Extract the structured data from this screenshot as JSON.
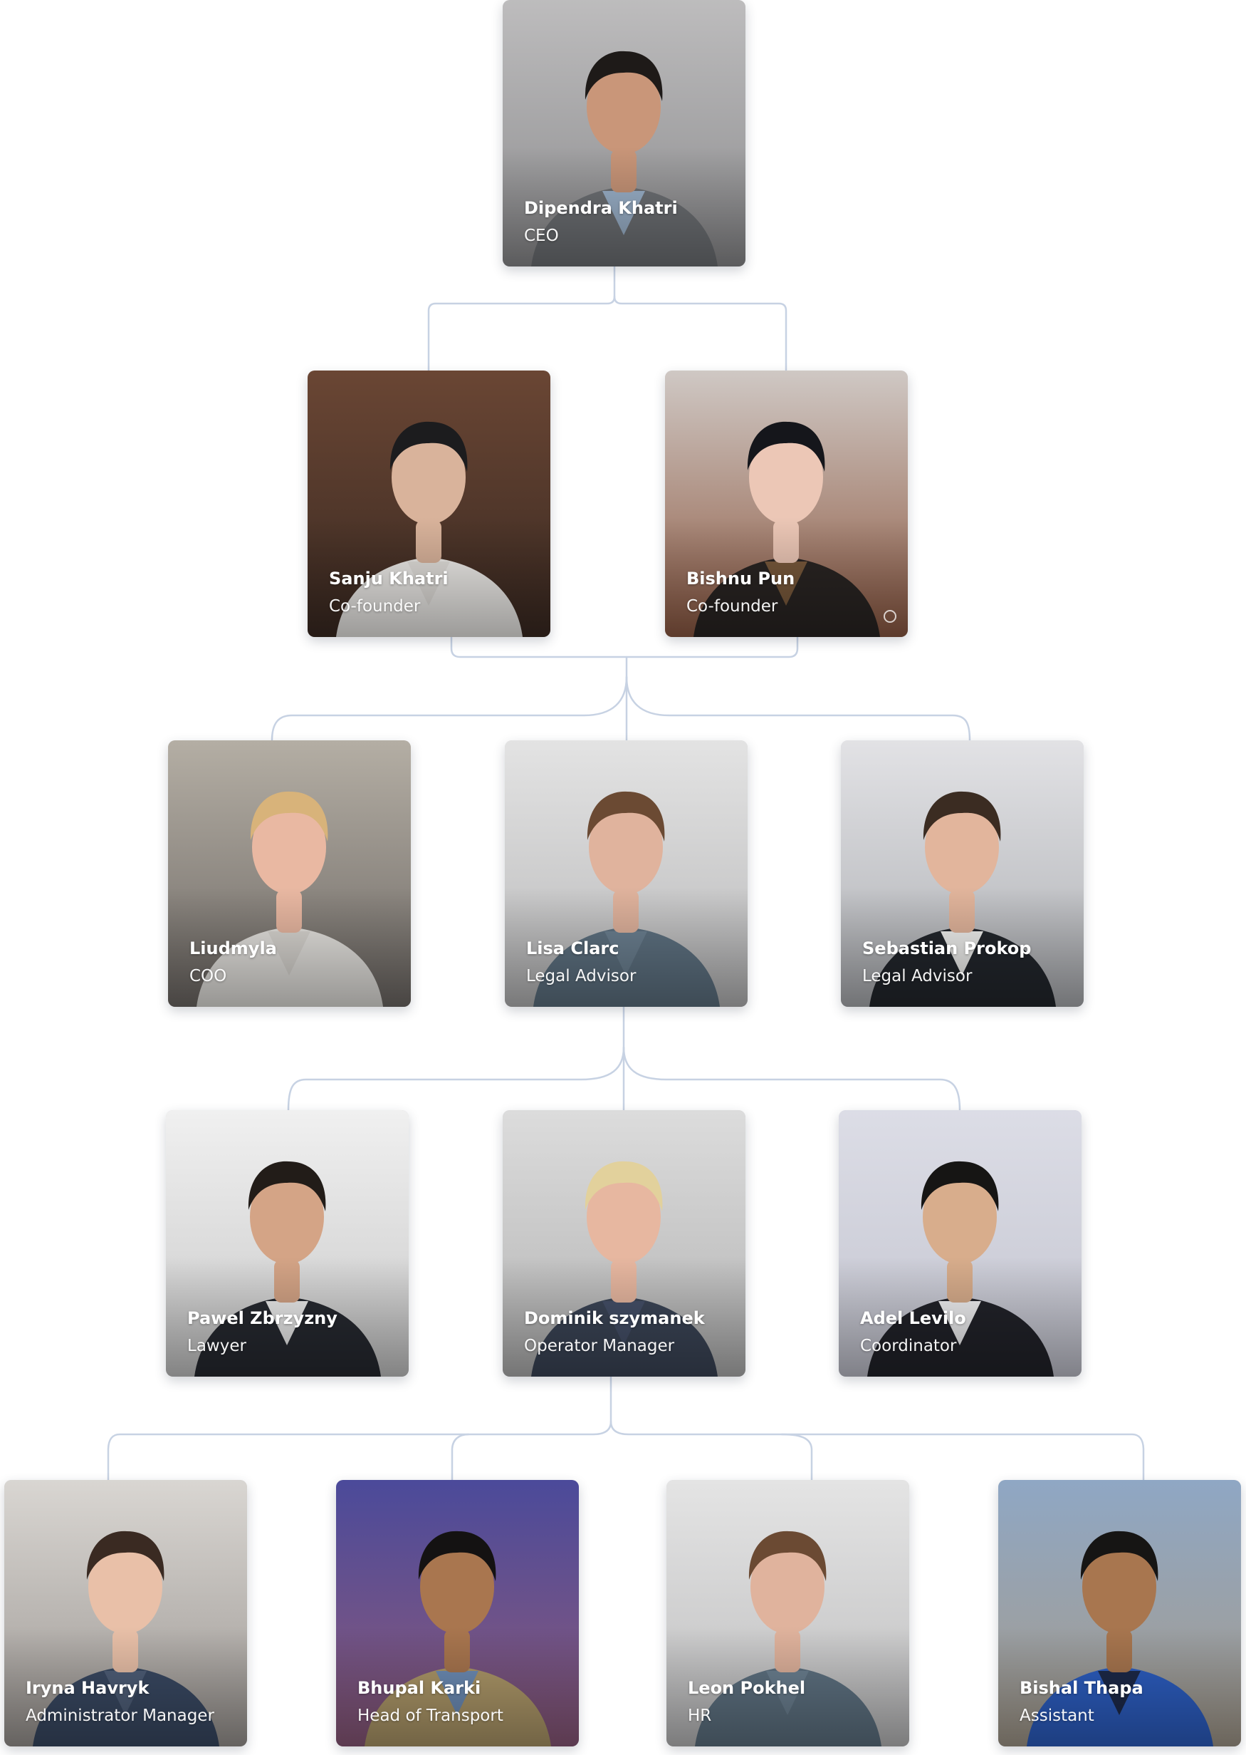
{
  "theme": {
    "connector": "#c7d2e3",
    "text": "#ffffff"
  },
  "levels": [
    {
      "members": [
        {
          "name": "Dipendra Khatri",
          "role": "CEO",
          "photo": {
            "bg": [
              "#bdbcbd",
              "#8d8d8f"
            ],
            "suit": "#707377",
            "shirt": "#9fb6cf",
            "skin": "#c99679",
            "hair": "#1e1a18"
          }
        }
      ]
    },
    {
      "members": [
        {
          "name": "Sanju Khatri",
          "role": "Co-founder",
          "photo": {
            "bg": [
              "#6a4634",
              "#3b2a22"
            ],
            "suit": "#f0eeeb",
            "shirt": "#e5e2de",
            "skin": "#d9b39b",
            "hair": "#1c1c1e"
          }
        },
        {
          "name": "Bishnu Pun",
          "role": "Co-founder",
          "photo": {
            "bg": [
              "#cfc8c4",
              "#8f5b44"
            ],
            "suit": "#2a2523",
            "shirt": "#7a5a3c",
            "skin": "#ecc7b6",
            "hair": "#15161b"
          }
        }
      ]
    },
    {
      "members": [
        {
          "name": "Liudmyla",
          "role": "COO",
          "photo": {
            "bg": [
              "#b4aea4",
              "#6f6a66"
            ],
            "suit": "#e8e6e2",
            "shirt": "#dcd9d4",
            "skin": "#e9b8a2",
            "hair": "#d8b37a"
          }
        },
        {
          "name": "Lisa Clarc",
          "role": "Legal Advisor",
          "photo": {
            "bg": [
              "#e3e3e3",
              "#b9b9ba"
            ],
            "suit": "#5f7383",
            "shirt": "#6d8293",
            "skin": "#e0b39d",
            "hair": "#6b4a33"
          }
        },
        {
          "name": "Sebastian Prokop",
          "role": "Legal Advisor",
          "photo": {
            "bg": [
              "#e2e2e5",
              "#aeb0b4"
            ],
            "suit": "#23272d",
            "shirt": "#f4f4f2",
            "skin": "#e2b59c",
            "hair": "#3b2c22"
          }
        }
      ]
    },
    {
      "members": [
        {
          "name": "Pawel Zbrzyzny",
          "role": "Lawyer",
          "photo": {
            "bg": [
              "#f0f0f0",
              "#c9c9c9"
            ],
            "suit": "#272a31",
            "shirt": "#efefef",
            "skin": "#d4a486",
            "hair": "#221c18"
          }
        },
        {
          "name": "Dominik szymanek",
          "role": "Operator Manager",
          "photo": {
            "bg": [
              "#dcdcdc",
              "#b3b3b3"
            ],
            "suit": "#3c4658",
            "shirt": "#46516a",
            "skin": "#e7b7a0",
            "hair": "#e2d19c"
          }
        },
        {
          "name": "Adel Levilo",
          "role": "Coordinator",
          "photo": {
            "bg": [
              "#dcdde6",
              "#c4c5d0"
            ],
            "suit": "#22232a",
            "shirt": "#f4f4f6",
            "skin": "#d8ad8c",
            "hair": "#161514"
          }
        }
      ]
    },
    {
      "members": [
        {
          "name": "Iryna Havryk",
          "role": "Administrator Manager",
          "photo": {
            "bg": [
              "#d9d6d2",
              "#9c9793"
            ],
            "suit": "#3a4a64",
            "shirt": "#50607a",
            "skin": "#e9c0a8",
            "hair": "#3a2a22"
          }
        },
        {
          "name": "Bhupal Karki",
          "role": "Head of Transport",
          "photo": {
            "bg": [
              "#4b4a9a",
              "#8d5a7a"
            ],
            "suit": "#b09a6a",
            "shirt": "#6f8fb9",
            "skin": "#a9764f",
            "hair": "#141212"
          }
        },
        {
          "name": "Leon Pokhel",
          "role": "HR",
          "photo": {
            "bg": [
              "#e4e4e4",
              "#bdbdbe"
            ],
            "suit": "#5f7383",
            "shirt": "#6d8293",
            "skin": "#e0b39d",
            "hair": "#6b4a33"
          }
        },
        {
          "name": "Bishal Thapa",
          "role": "Assistant",
          "photo": {
            "bg": [
              "#8fa7c4",
              "#a59b8c"
            ],
            "suit": "#2d5fc4",
            "shirt": "#1d2a4a",
            "skin": "#a8764f",
            "hair": "#161514"
          }
        }
      ]
    }
  ]
}
